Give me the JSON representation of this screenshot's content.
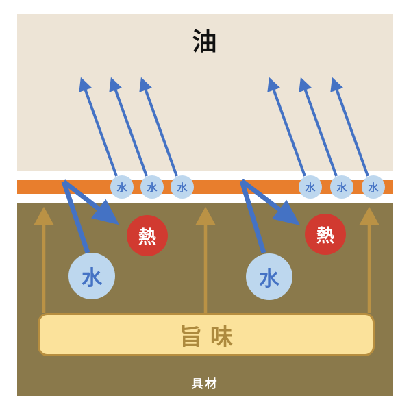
{
  "labels": {
    "oil": "油",
    "ingredient": "具材",
    "umami": "旨味",
    "water": "水",
    "heat": "熱"
  },
  "colors": {
    "cream": "#EDE4D6",
    "orange": "#E87E2D",
    "brown": "#8A794B",
    "tan": "#BA9245",
    "umami_fill": "#FBE29B",
    "umami_border": "#B78E3F",
    "umami_text": "#AD8A3E",
    "blue": "#4472C4",
    "lightblue": "#BDD7EE",
    "red": "#D13A30"
  }
}
